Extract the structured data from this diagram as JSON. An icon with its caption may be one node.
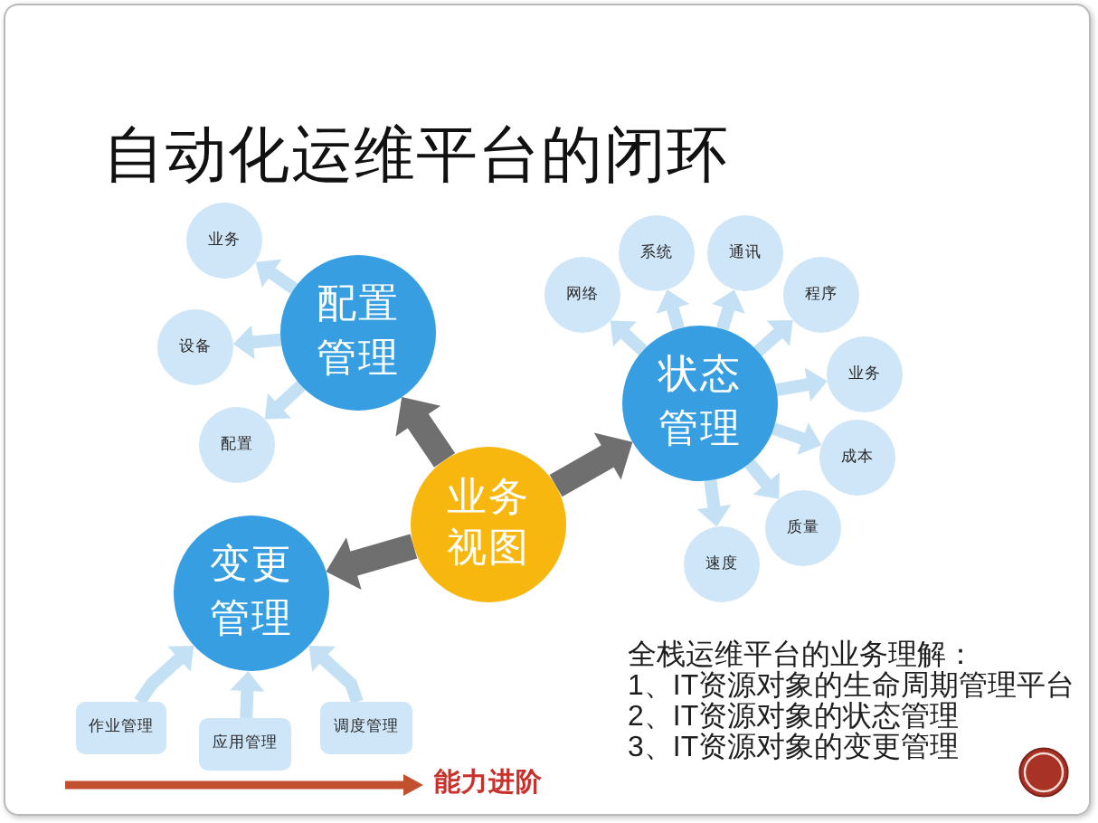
{
  "diagram": {
    "title": "自动化运维平台的闭环",
    "nodes": [
      {
        "text": [
          "配置管理"
        ]
      },
      {
        "text": [
          "业务"
        ]
      },
      {
        "text": [
          "设备"
        ]
      },
      {
        "text": [
          "配置"
        ]
      },
      {
        "text": [
          "状态管理"
        ]
      },
      {
        "text": [
          "网络"
        ]
      },
      {
        "text": [
          "系统"
        ]
      },
      {
        "text": [
          "通讯"
        ]
      },
      {
        "text": [
          "程序"
        ]
      },
      {
        "text": [
          "业务"
        ]
      },
      {
        "text": [
          "成本"
        ]
      },
      {
        "text": [
          "质量"
        ]
      },
      {
        "text": [
          "速度"
        ]
      },
      {
        "text": [
          "业务视图"
        ]
      },
      {
        "text": [
          "变更管理"
        ]
      },
      {
        "text": [
          "作业管理"
        ]
      },
      {
        "text": [
          "应用管理"
        ]
      },
      {
        "text": [
          "调度管理"
        ]
      }
    ],
    "edges": [
      {
        "from": 0,
        "to": 1,
        "arrow": "to"
      },
      {
        "from": 0,
        "to": 2,
        "arrow": "to"
      },
      {
        "from": 0,
        "to": 3,
        "arrow": "to"
      },
      {
        "from": 4,
        "to": 5,
        "arrow": "to"
      },
      {
        "from": 4,
        "to": 6,
        "arrow": "to"
      },
      {
        "from": 4,
        "to": 7,
        "arrow": "to"
      },
      {
        "from": 4,
        "to": 8,
        "arrow": "to"
      },
      {
        "from": 4,
        "to": 9,
        "arrow": "to"
      },
      {
        "from": 4,
        "to": 10,
        "arrow": "to"
      },
      {
        "from": 4,
        "to": 11,
        "arrow": "to"
      },
      {
        "from": 4,
        "to": 12,
        "arrow": "to"
      },
      {
        "from": 13,
        "to": 0,
        "arrow": "to",
        "style": "thick",
        "color": "#6f6f6f"
      },
      {
        "from": 13,
        "to": 4,
        "arrow": "to",
        "style": "thick",
        "color": "#6f6f6f"
      },
      {
        "from": 13,
        "to": 14,
        "arrow": "to",
        "style": "thick",
        "color": "#6f6f6f"
      },
      {
        "from": 15,
        "to": 14,
        "arrow": "to"
      },
      {
        "from": 16,
        "to": 14,
        "arrow": "to"
      },
      {
        "from": 17,
        "to": 14,
        "arrow": "to"
      }
    ],
    "labels": [
      "全栈运维平台的业务理解：",
      "1、IT资源对象的生命周期管理平台",
      "2、IT资源对象的状态管理",
      "3、IT资源对象的变更管理",
      "能力进阶"
    ]
  }
}
